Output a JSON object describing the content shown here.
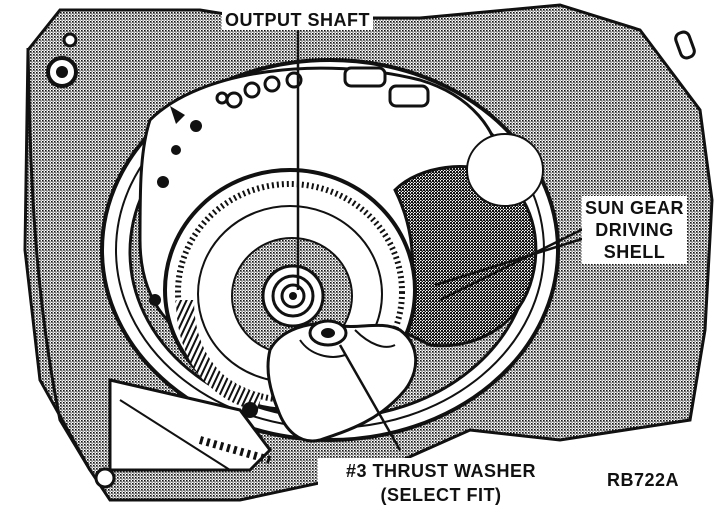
{
  "labels": {
    "output_shaft": "OUTPUT SHAFT",
    "sun_gear_line1": "SUN GEAR",
    "sun_gear_line2": "DRIVING",
    "sun_gear_line3": "SHELL",
    "thrust_washer_line1": "#3 THRUST WASHER",
    "thrust_washer_line2": "(SELECT FIT)",
    "figure_id": "RB722A"
  },
  "colors": {
    "ink": "#111111",
    "housing_shade": "#9a9a9a",
    "shell_shade": "#8a8a8a",
    "paper": "#ffffff"
  }
}
